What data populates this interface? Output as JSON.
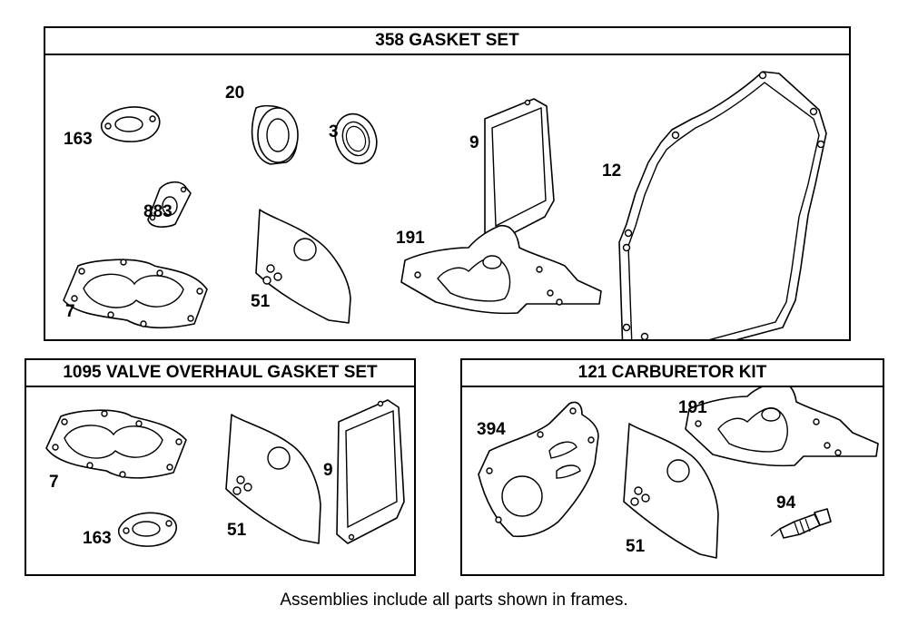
{
  "frames": {
    "gasket_set": {
      "title": "358 GASKET SET",
      "labels": {
        "p163": "163",
        "p883": "883",
        "p7": "7",
        "p20": "20",
        "p3": "3",
        "p51": "51",
        "p9": "9",
        "p191": "191",
        "p12": "12"
      }
    },
    "valve_set": {
      "title": "1095 VALVE OVERHAUL GASKET SET",
      "labels": {
        "p7": "7",
        "p163": "163",
        "p51": "51",
        "p9": "9"
      }
    },
    "carb_kit": {
      "title": "121 CARBURETOR KIT",
      "labels": {
        "p394": "394",
        "p191": "191",
        "p51": "51",
        "p94": "94"
      }
    }
  },
  "footer": "Assemblies include all parts shown in frames."
}
